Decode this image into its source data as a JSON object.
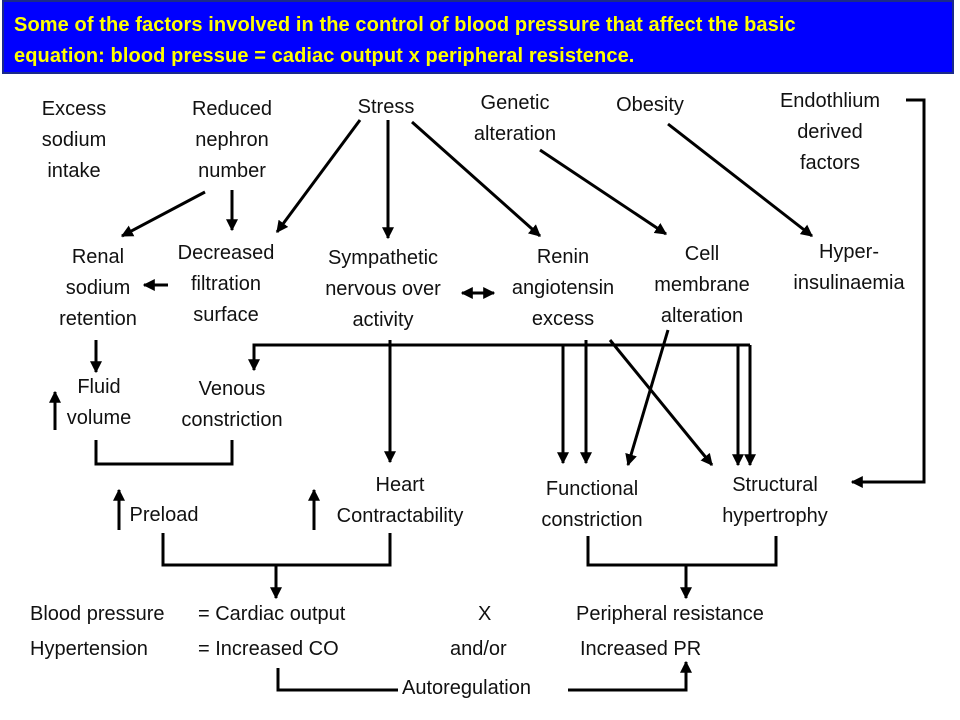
{
  "title": {
    "line1": "Some of the factors involved in the control of blood pressure that affect  the basic",
    "line2": "equation: blood pressue = cadiac output x  peripheral resistence."
  },
  "top_factors": {
    "excess_sodium": [
      "Excess",
      "sodium",
      "intake"
    ],
    "reduced_nephron": [
      "Reduced",
      "nephron",
      "number"
    ],
    "stress": [
      "Stress"
    ],
    "genetic": [
      "Genetic",
      "alteration"
    ],
    "obesity": [
      "Obesity"
    ],
    "endothelium": [
      "Endothlium",
      "derived",
      "factors"
    ]
  },
  "mid_factors": {
    "renal_sodium": [
      "Renal",
      "sodium",
      "retention"
    ],
    "decreased_filtration": [
      "Decreased",
      "filtration",
      "surface"
    ],
    "sympathetic": [
      "Sympathetic",
      "nervous over",
      "activity"
    ],
    "renin": [
      "Renin",
      "angiotensin",
      "excess"
    ],
    "cell_membrane": [
      "Cell",
      "membrane",
      "alteration"
    ],
    "hyperinsulinaemia": [
      "Hyper-",
      "insulinaemia"
    ]
  },
  "lower_factors": {
    "fluid_volume": [
      "Fluid",
      "volume"
    ],
    "venous_constriction": [
      "Venous",
      "constriction"
    ],
    "preload": [
      "Preload"
    ],
    "heart_contractability": [
      "Heart",
      "Contractability"
    ],
    "functional_constriction": [
      "Functional",
      "constriction"
    ],
    "structural_hypertrophy": [
      "Structural",
      "hypertrophy"
    ]
  },
  "equation": {
    "bp_label": "Blood pressure",
    "bp_eq": "= Cardiac output",
    "times": "X",
    "pr": "Peripheral resistance",
    "ht_label": "Hypertension",
    "ht_eq": "= Increased CO",
    "andor": "and/or",
    "ipr": "Increased PR",
    "autoregulation": "Autoregulation"
  },
  "colors": {
    "title_background": "#0000ff",
    "title_text": "#ffff00",
    "lines": "#000000"
  }
}
